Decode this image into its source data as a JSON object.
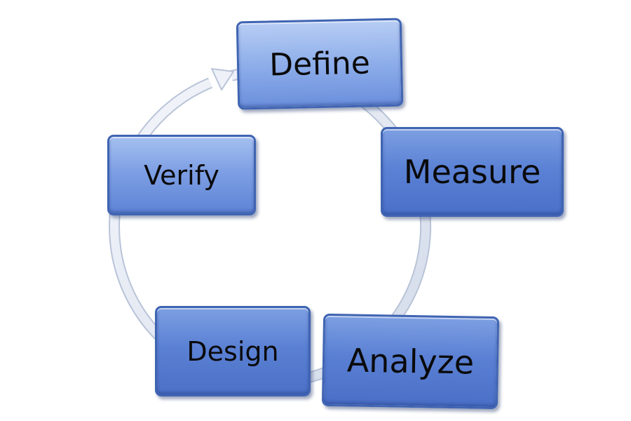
{
  "diagram": {
    "steps": [
      {
        "id": "define",
        "label": "Define"
      },
      {
        "id": "measure",
        "label": "Measure"
      },
      {
        "id": "analyze",
        "label": "Analyze"
      },
      {
        "id": "design",
        "label": "Design"
      },
      {
        "id": "verify",
        "label": "Verify"
      }
    ],
    "colors": {
      "box_fill": "#5b82d6",
      "box_border": "#3f64b2",
      "ring": "#e4e9f4",
      "ring_outline": "#b9c4d8"
    }
  }
}
